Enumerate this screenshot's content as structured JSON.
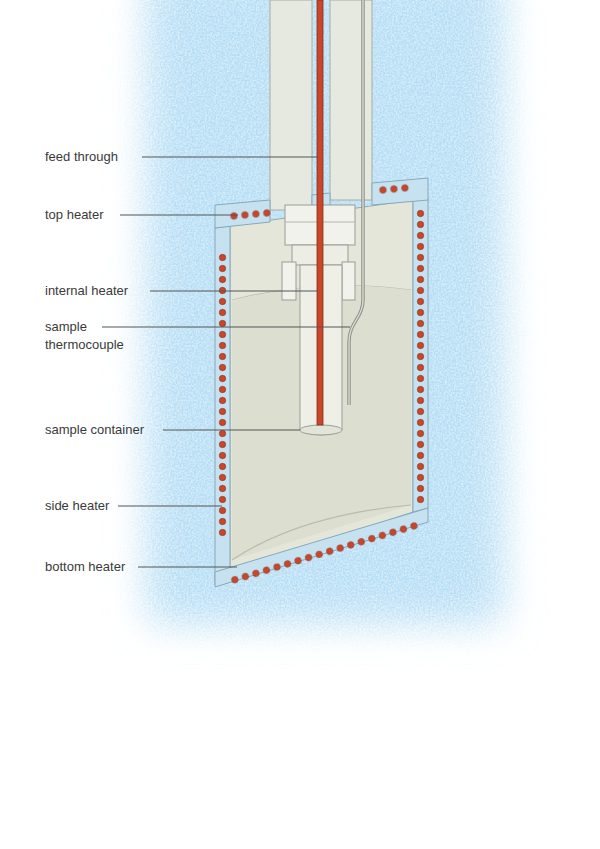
{
  "diagram": {
    "labels": [
      "feed through",
      "top heater",
      "internal heater",
      "sample thermocouple",
      "sample container",
      "side heater",
      "bottom heater"
    ]
  }
}
